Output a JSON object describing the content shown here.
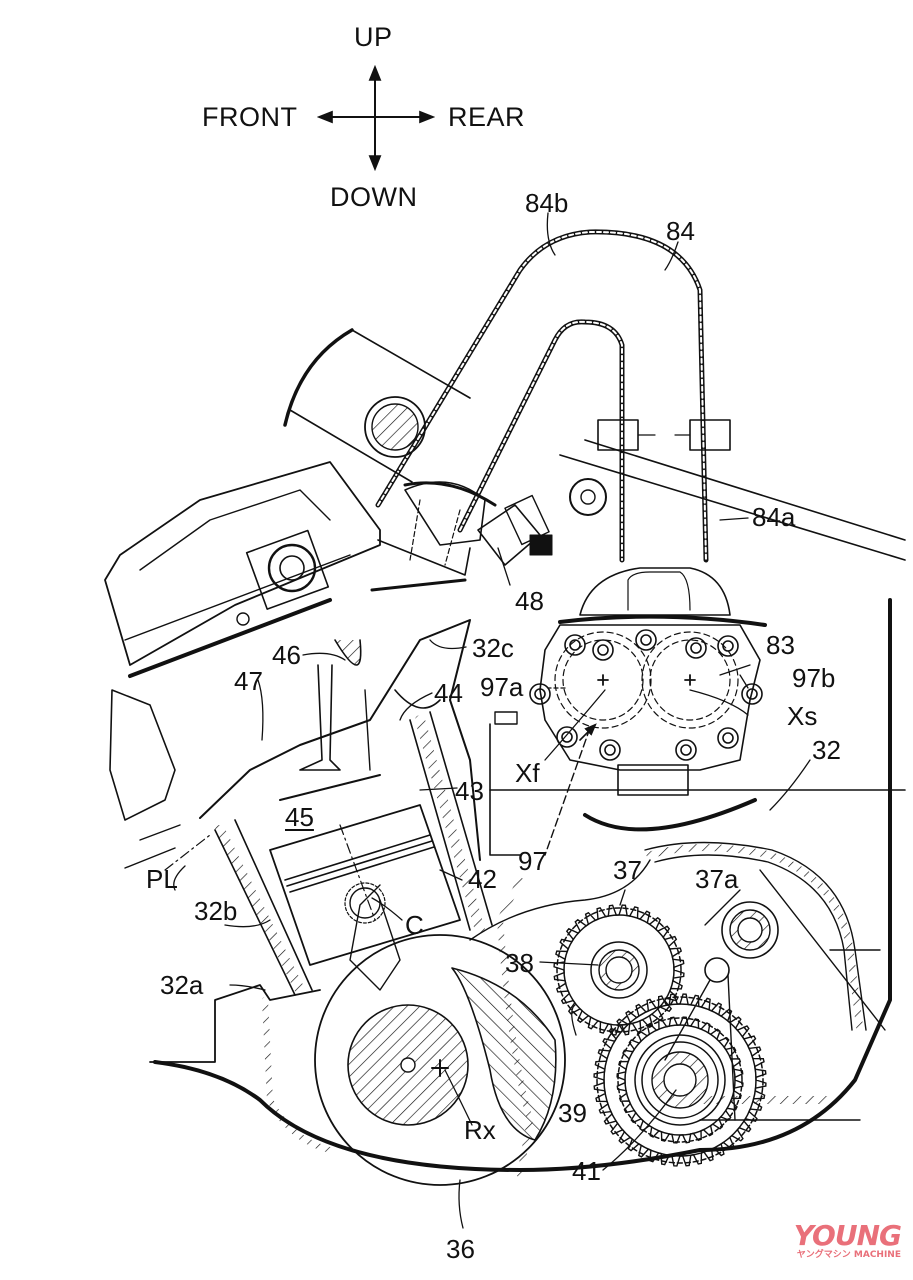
{
  "figure": {
    "type": "patent-style engine cross-section",
    "stroke_color": "#111111",
    "background_color": "#ffffff"
  },
  "direction_indicator": {
    "up": "UP",
    "down": "DOWN",
    "front": "FRONT",
    "rear": "REAR"
  },
  "reference_labels": {
    "l84b": "84b",
    "l84": "84",
    "l84a": "84a",
    "l48": "48",
    "l83": "83",
    "l97b": "97b",
    "l97a": "97a",
    "lXs": "Xs",
    "lXf": "Xf",
    "l32": "32",
    "l32c": "32c",
    "l46": "46",
    "l47": "47",
    "l44": "44",
    "l43": "43",
    "l45": "45",
    "l97": "97",
    "l42": "42",
    "lPL": "PL",
    "l32b": "32b",
    "lC": "C",
    "l37": "37",
    "l37a": "37a",
    "l38": "38",
    "l32a": "32a",
    "l39": "39",
    "lRx": "Rx",
    "l41": "41",
    "l36": "36"
  },
  "watermark": {
    "brand": "YOUNG",
    "sub": "ヤングマシン MACHINE",
    "color": "#e9707a"
  }
}
